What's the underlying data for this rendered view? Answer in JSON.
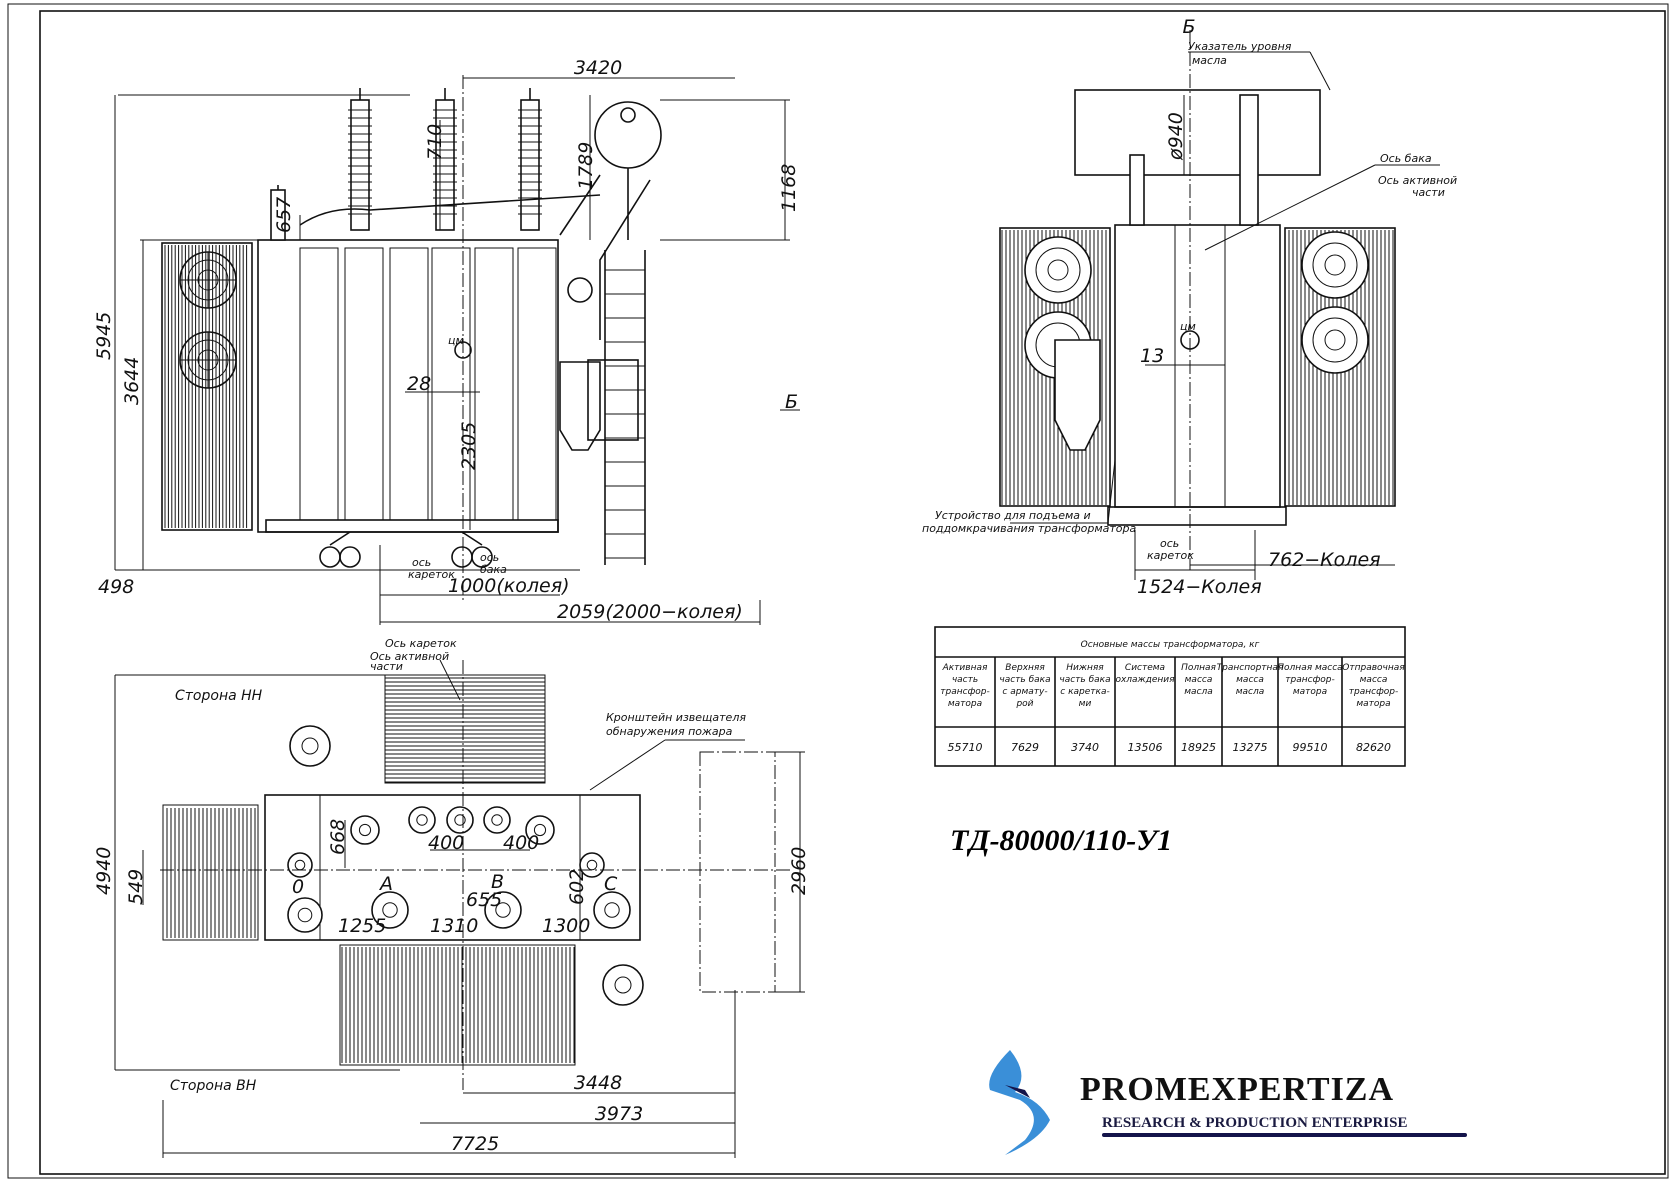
{
  "front_view": {
    "dimensions": {
      "width_top": "3420",
      "bushing_710": "710",
      "bushing_1789": "1789",
      "conservator_1168": "1168",
      "small_bushing_657": "657",
      "total_height": "5945",
      "radiator_height": "3644",
      "offset_28": "28",
      "cg_height": "2305",
      "base_498": "498",
      "track_1000": "1000(колея)",
      "track_2059": "2059(2000−колея)"
    },
    "section_mark": "Б",
    "labels": {
      "carriage_axis_1": "ось",
      "carriage_axis_2": "кареток",
      "tank_axis_1": "ось",
      "tank_axis_2": "бака",
      "cg": "цм"
    }
  },
  "side_view": {
    "section_title": "Б",
    "oil_level_1": "Указатель уровня",
    "oil_level_2": "масла",
    "diameter": "ø940",
    "tank_axis": "Ось бака",
    "active_axis_1": "Ось активной",
    "active_axis_2": "части",
    "offset_13": "13",
    "lifting_1": "Устройство для подъема и",
    "lifting_2": "поддомкрачивания трансформатора",
    "carriage_axis_1": "ось",
    "carriage_axis_2": "кареток",
    "track_762": "762−Колея",
    "track_1524": "1524−Колея",
    "cg": "цм"
  },
  "plan_view": {
    "carriage_axis": "Ось кареток",
    "active_axis_1": "Ось активной",
    "active_axis_2": "части",
    "side_lv": "Сторона НН",
    "side_hv": "Сторона ВН",
    "fire_bracket_1": "Кронштейн извещателя",
    "fire_bracket_2": "обнаружения пожара",
    "dimensions": {
      "d4940": "4940",
      "d668": "668",
      "d549": "549",
      "d2960": "2960",
      "d400a": "400",
      "d400b": "400",
      "d655": "655",
      "d602": "602",
      "d1255": "1255",
      "d1310": "1310",
      "d1300": "1300",
      "d3448": "3448",
      "d3973": "3973",
      "d7725": "7725"
    },
    "phases": {
      "n": "0",
      "a": "A",
      "b": "B",
      "c": "C"
    }
  },
  "mass_table": {
    "title": "Основные массы трансформатора, кг",
    "headers": [
      [
        "Активная",
        "часть",
        "трансфор-",
        "матора"
      ],
      [
        "Верхняя",
        "часть бака",
        "с армату-",
        "рой"
      ],
      [
        "Нижняя",
        "часть бака",
        "с каретка-",
        "ми"
      ],
      [
        "Система",
        "охлаждения"
      ],
      [
        "Полная",
        "масса",
        "масла"
      ],
      [
        "Транспортная",
        "масса",
        "масла"
      ],
      [
        "Полная масса",
        "трансфор-",
        "матора"
      ],
      [
        "Отправочная",
        "масса",
        "трансфор-",
        "матора"
      ]
    ],
    "values": [
      "55710",
      "7629",
      "3740",
      "13506",
      "18925",
      "13275",
      "99510",
      "82620"
    ]
  },
  "model_title": "ТД-80000/110-У1",
  "logo": {
    "name": "PROMEXPERTIZA",
    "tagline": "RESEARCH & PRODUCTION ENTERPRISE",
    "colors": {
      "dark": "#14144a",
      "blue": "#3a8fd8",
      "light": "#6cc6ee"
    }
  }
}
